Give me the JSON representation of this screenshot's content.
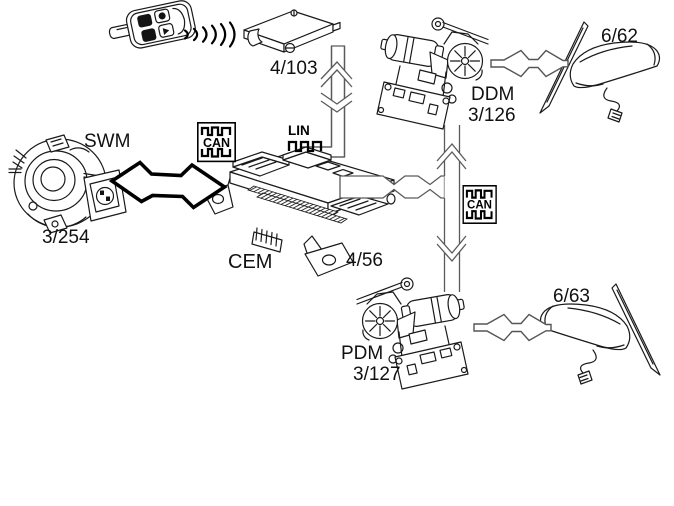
{
  "diagram": {
    "modules": {
      "swm": {
        "name": "SWM",
        "id": "3/254"
      },
      "cem": {
        "name": "CEM",
        "id": "4/56"
      },
      "remote_receiver": {
        "id": "4/103"
      },
      "ddm": {
        "name": "DDM",
        "id": "3/126"
      },
      "pdm": {
        "name": "PDM",
        "id": "3/127"
      },
      "driver_mirror": {
        "id": "6/62"
      },
      "passenger_mirror": {
        "id": "6/63"
      }
    },
    "buses": {
      "can_left": "CAN",
      "can_right": "CAN",
      "lin": "LIN"
    },
    "colors": {
      "background": "#ffffff",
      "line": "#1a1a1a",
      "pipe": "#5a5a5a",
      "arrow_fill": "#ffffff"
    }
  }
}
